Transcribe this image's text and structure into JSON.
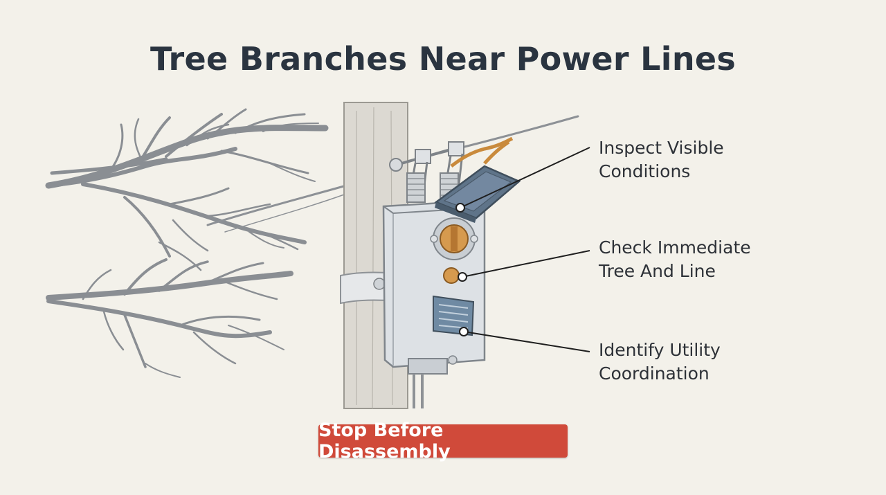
{
  "title": "Tree Branches Near Power Lines",
  "callouts": [
    {
      "line1": "Inspect Visible",
      "line2": "Conditions",
      "target": "meter-cover"
    },
    {
      "line1": "Check Immediate",
      "line2": "Tree And Line",
      "target": "meter-knob"
    },
    {
      "line1": "Identify Utility",
      "line2": "Coordination",
      "target": "nameplate"
    }
  ],
  "banner": {
    "label": "Stop Before Disassembly"
  },
  "colors": {
    "background": "#f3f1ea",
    "title": "#2a3440",
    "banner": "#d04a3a",
    "branch": "#8a8e93",
    "pole": "#d9d6cf",
    "meter_body": "#dfe3e7",
    "meter_cover": "#5f7489",
    "copper": "#c98a3c"
  }
}
